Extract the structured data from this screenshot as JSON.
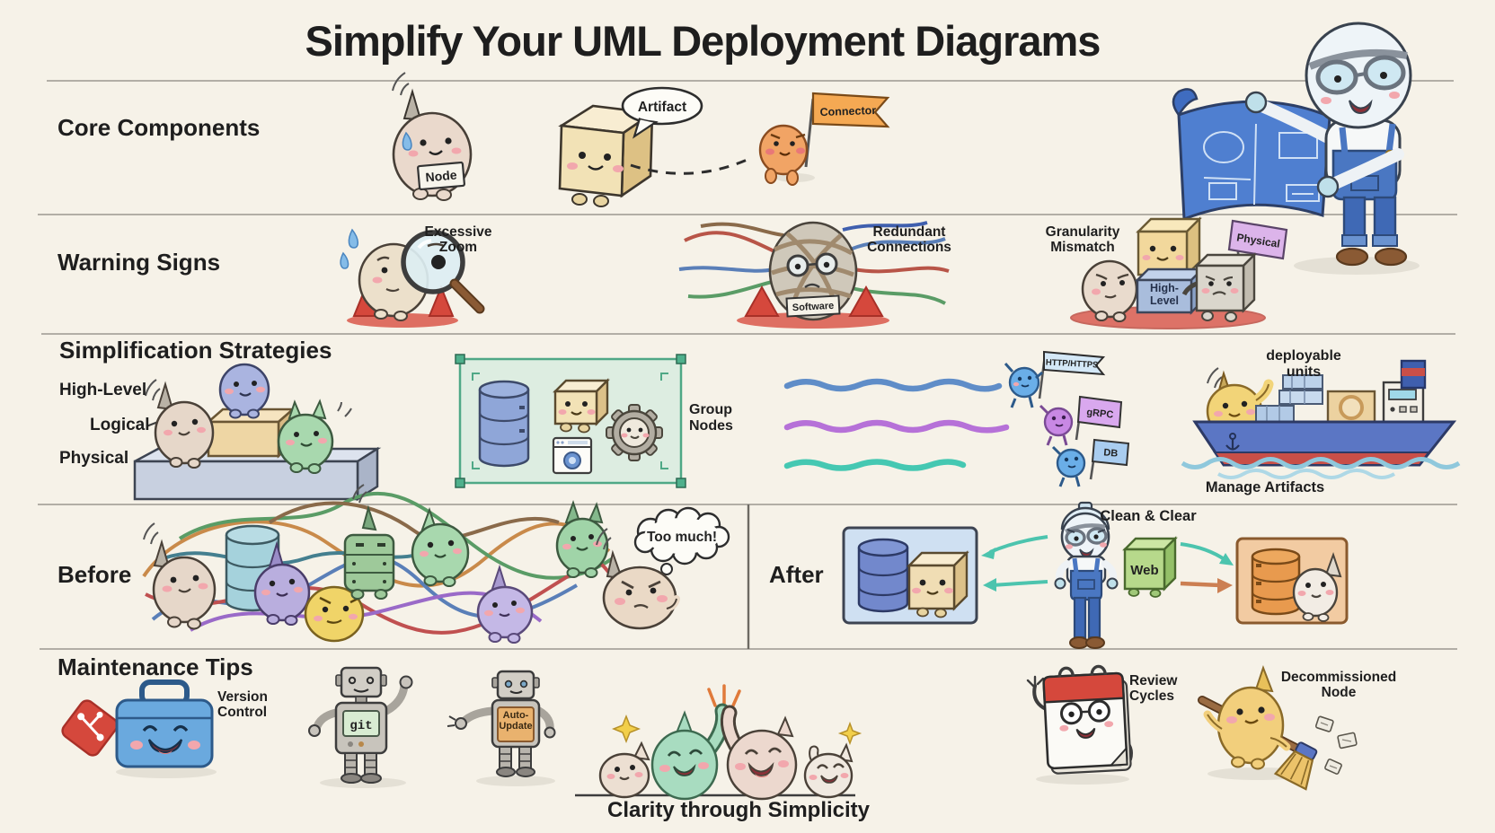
{
  "title": "Simplify Your UML Deployment Diagrams",
  "core_components": {
    "heading": "Core Components",
    "node_label": "Node",
    "artifact_label": "Artifact",
    "connector_label": "Connector"
  },
  "warning_signs": {
    "heading": "Warning Signs",
    "excessive_zoom": "Excessive Zoom",
    "redundant_connections": "Redundant Connections",
    "software_tag": "Software",
    "granularity_mismatch": "Granularity Mismatch",
    "high_level_tag": "High-Level",
    "physical_flag": "Physical"
  },
  "simplification_strategies": {
    "heading": "Simplification Strategies",
    "levels": [
      "High-Level",
      "Logical",
      "Physical"
    ],
    "group_nodes": "Group Nodes",
    "connection_flags": [
      "HTTP/HTTPS",
      "gRPC",
      "DB"
    ],
    "deployable_units": "deployable units",
    "manage_artifacts": "Manage Artifacts"
  },
  "before_after": {
    "before_heading": "Before",
    "too_much": "Too much!",
    "after_heading": "After",
    "clean_clear": "Clean & Clear",
    "web_label": "Web"
  },
  "maintenance_tips": {
    "heading": "Maintenance Tips",
    "version_control": "Version Control",
    "git_label": "git",
    "auto_update": "Auto-Update",
    "review_cycles": "Review Cycles",
    "decommissioned_node": "Decommissioned Node",
    "tagline": "Clarity through Simplicity"
  },
  "colors": {
    "background": "#f6f2e8",
    "ink": "#1e1e1e",
    "divider": "#9b9790",
    "warning_red": "#d5483c",
    "blueprint_blue": "#4f7fd0",
    "teal_accent": "#4cc4ae",
    "orange_accent": "#cc7f52",
    "purple_accent": "#b671d8"
  }
}
